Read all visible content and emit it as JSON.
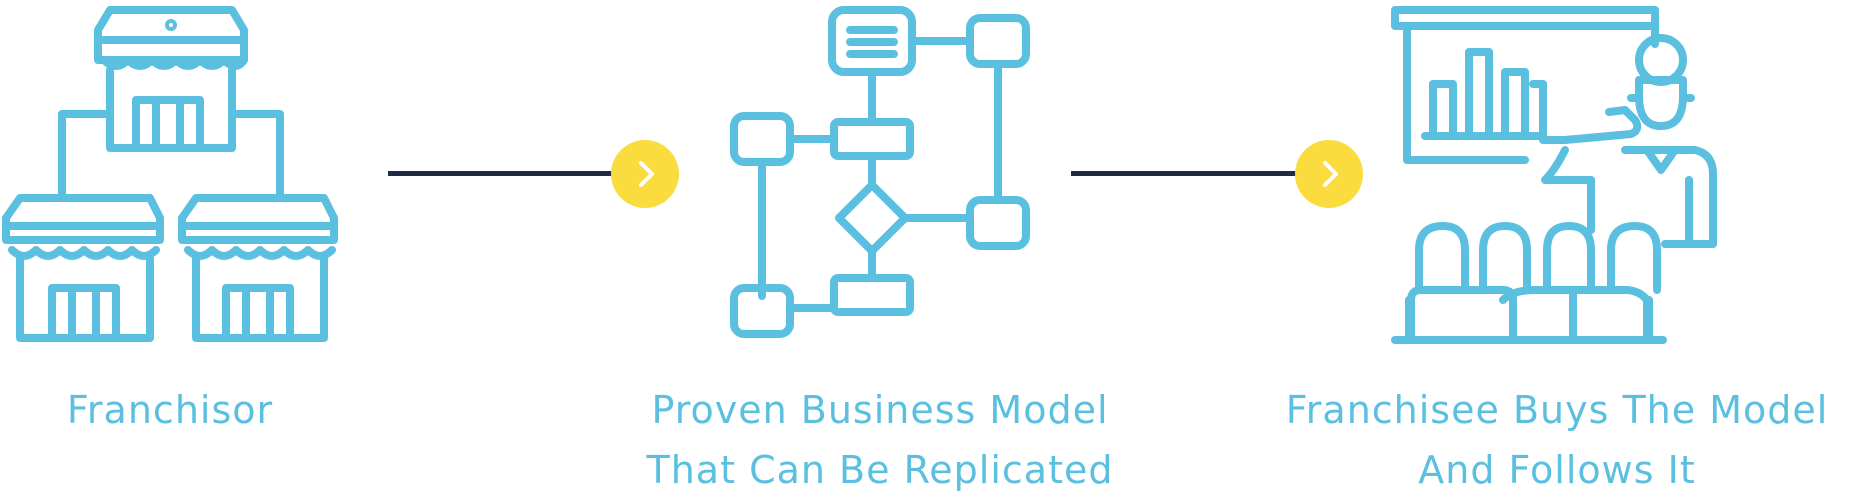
{
  "colors": {
    "icon": "#5bbfe0",
    "connector": "#1d2b45",
    "arrow_badge": "#fbdc3e",
    "caption": "#5bbfe0"
  },
  "steps": [
    {
      "icon": "storefronts-icon",
      "caption_lines": [
        "Franchisor"
      ]
    },
    {
      "icon": "flowchart-icon",
      "caption_lines": [
        "Proven Business Model",
        "That Can Be Replicated"
      ]
    },
    {
      "icon": "presenter-audience-icon",
      "caption_lines": [
        "Franchisee Buys The Model",
        "And Follows It"
      ]
    }
  ],
  "connectors": [
    {
      "icon": "chevron-right-icon"
    },
    {
      "icon": "chevron-right-icon"
    }
  ]
}
